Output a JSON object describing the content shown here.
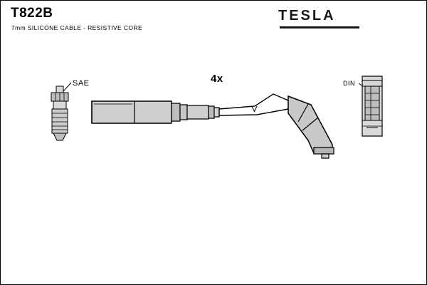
{
  "header": {
    "part_number": "T822B",
    "description": "7mm SILICONE CABLE - RESISTIVE CORE",
    "brand": "TESLA"
  },
  "diagram": {
    "labels": {
      "sae": "SAE",
      "quantity": "4x",
      "din": "DIN"
    },
    "colors": {
      "outline": "#000000",
      "fill_light": "#d9d9d9",
      "fill_mid": "#bfbfbf",
      "fill_dark": "#a6a6a6",
      "background": "#ffffff"
    }
  }
}
